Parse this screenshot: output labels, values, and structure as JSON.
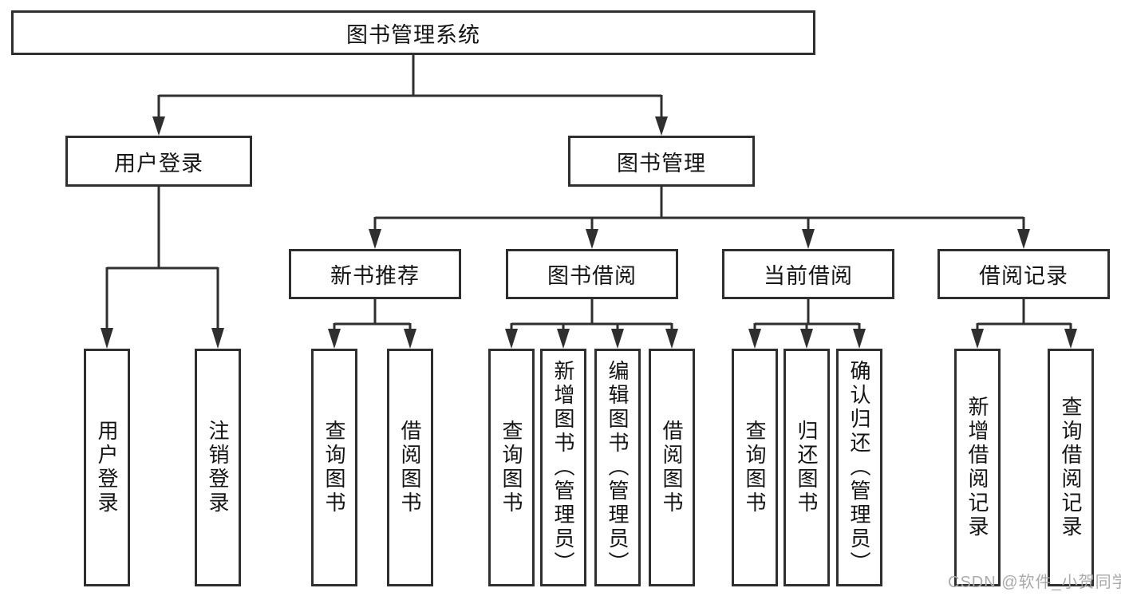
{
  "diagram": {
    "title": "图书管理系统",
    "root": {
      "label": "图书管理系统"
    },
    "level2": [
      {
        "label": "用户登录",
        "children": [
          {
            "label": "用户登录"
          },
          {
            "label": "注销登录"
          }
        ]
      },
      {
        "label": "图书管理",
        "children": [
          {
            "label": "新书推荐",
            "children": [
              {
                "label": "查询图书"
              },
              {
                "label": "借阅图书"
              }
            ]
          },
          {
            "label": "图书借阅",
            "children": [
              {
                "label": "查询图书"
              },
              {
                "label": "新增图书（管理员）"
              },
              {
                "label": "编辑图书（管理员）"
              },
              {
                "label": "借阅图书"
              }
            ]
          },
          {
            "label": "当前借阅",
            "children": [
              {
                "label": "查询图书"
              },
              {
                "label": "归还图书"
              },
              {
                "label": "确认归还（管理员）"
              }
            ]
          },
          {
            "label": "借阅记录",
            "children": [
              {
                "label": "新增借阅记录"
              },
              {
                "label": "查询借阅记录"
              }
            ]
          }
        ]
      }
    ]
  },
  "watermark": {
    "text": "CSDN @软件_小贺同学"
  },
  "colors": {
    "line": "#2f2f2f",
    "box_border": "#2f2f2f",
    "box_fill": "#ffffff",
    "text": "#141414",
    "watermark": "#ababab",
    "background": "#ffffff"
  }
}
